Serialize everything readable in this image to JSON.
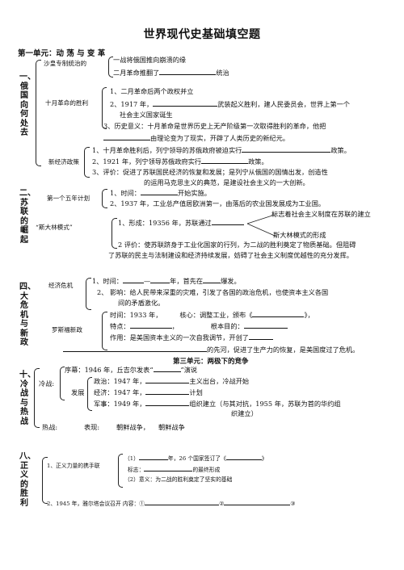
{
  "title": "世界现代史基础填空题",
  "u1": {
    "heading": "第一单元：动 荡 与 变 革",
    "side": "一、俄国向何处去",
    "tsar": "沙皇专制统治的",
    "tsar_a": "一战将俄国推向崩溃的缘",
    "tsar_b_pre": "二月革命推翻了",
    "tsar_b_post": "统治",
    "oct": "十月革命的胜利",
    "oct_1": "1、二月革命后两个政权并立",
    "oct_2_pre": "2、1917 年，",
    "oct_2_post": "武装起义胜利，建人民委员会，世界上第一个",
    "oct_2b": "社会主义国家诞生",
    "oct_3": "3、历史意义：十月革命是世界历史上无产阶级第一次取得胜利的革命，他把",
    "oct_3b": "由理论变为了现实，开辟了人类历史的新纪元。",
    "nep": "新经济政策",
    "nep_1_pre": "1、十月革命胜利后，列宁领导的苏俄政府被迫实行",
    "nep_1_post": "政策。",
    "nep_2_pre": "2、1921 年，列宁领导苏俄政府实行",
    "nep_2_post": "政策。",
    "nep_3": "3、评价：促进了苏联国民经济的恢复和发展；是列宁从俄国的国情出发，创造性",
    "nep_3b": "的运用马克思主义的典范，是建设社会主义的一大创新。"
  },
  "u2": {
    "side": "二、苏联的崛起",
    "fyp": "第一个五年计划",
    "fyp_1_pre": "1、时间：",
    "fyp_1_post": "开始实施。",
    "fyp_2": "2、1937 年，工业总产值居欧洲第一，由落后的农业国发展成为工业国。",
    "stalin": "“斯大林模式”",
    "st_1_pre": "1、形成：19356 年，苏联通过",
    "st_1_a": "标志着社会主义制度在苏联的建立",
    "st_1_b": "斯大林模式的形成",
    "st_2": "2 评价：使苏联跻身于工业化国家的行列，为二战的胜利奠定了物质基础。但阻碍",
    "st_2b": "了苏联的民主与法制建设和经济持续发展，妨碍了社会主义制度优越性的充分发挥。"
  },
  "u4": {
    "side": "四、大危机与新政",
    "crisis": "经济危机",
    "cr_1_a": "1、时间：",
    "cr_1_b": "—",
    "cr_1_c": "年，首先在",
    "cr_1_d": "爆发。",
    "cr_2": "2、 影响：给人民带来深重的灾难，引发了各国的政治危机，也使资本主义各国",
    "cr_2b": "间的矛盾激化。",
    "nd": "罗斯福新政",
    "nd_1_pre": "时间：1933 年，",
    "nd_1_mid": "核心：调整工业，颁布《",
    "nd_1_post": "》，",
    "nd_2_pre": "特点：",
    "nd_2_mid": "，",
    "nd_2_post": "根本目的：",
    "nd_3": "作用：是美国资本主义的一次自我调节，开创了",
    "nd_4": "的先河，促进了生产力的恢复，是美国度过了危机。"
  },
  "u3": {
    "heading": "第三单元：两极下的竞争",
    "side": "十、冷战与热战",
    "cold": "冷战:",
    "pre": "序幕：1946 年，丘吉尔发表“",
    "pre_post": "”演说",
    "dev": "发展",
    "pol_pre": "政治：1947 年，",
    "pol_post": "主义出台，冷战开始",
    "eco_pre": "经济：1947 年，",
    "eco_post": "计划",
    "mil_pre": "军事：1949 年，",
    "mil_post": "组织建立（与其对抗，1955 年，苏联为首的华约组",
    "mil_b": "织建立）",
    "hot": "热战:",
    "hot_form": "表现:",
    "hot_1": "朝鲜战争，",
    "hot_2": "朝鲜战争"
  },
  "u8": {
    "side": "八、正义的胜利",
    "item1": "1、正义力量的携手联",
    "a_pre": "（1）",
    "a_mid": "年，26 个国家签订了《",
    "a_post": "》",
    "b_pre": "标志：",
    "b_post": "的最终形成",
    "c": "（2）意义：为二战的胜利奠定了坚实的基础",
    "item2": "2、1945 年，雅尔塔会议召开    内容：①",
    "item2_b": "②",
    "item2_c": "③"
  }
}
